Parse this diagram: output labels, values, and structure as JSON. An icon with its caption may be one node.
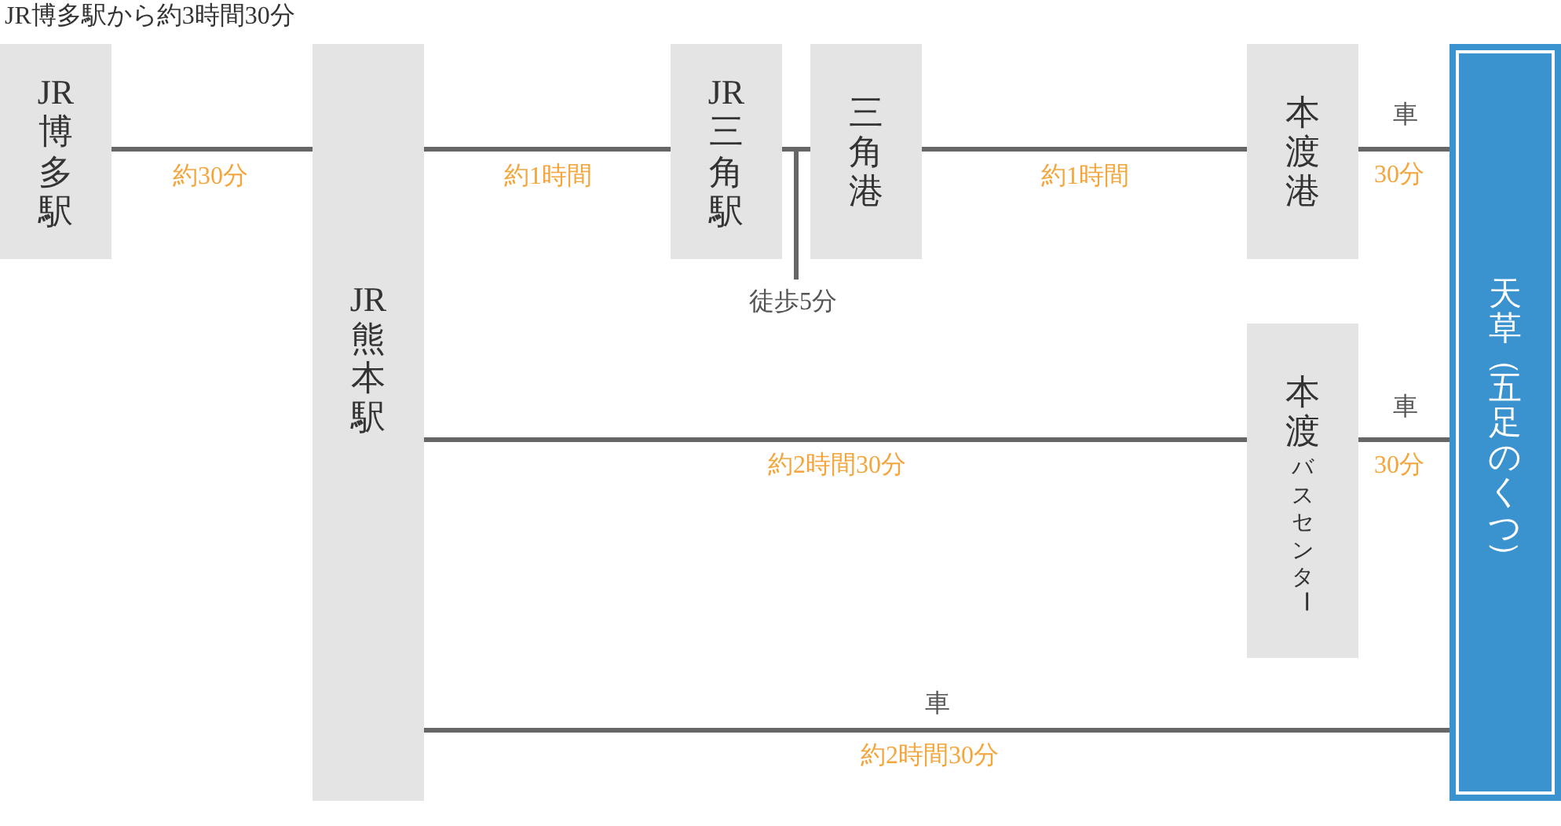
{
  "diagram": {
    "title": "JR博多駅から約3時間30分",
    "nodes": [
      {
        "text": [
          "JR博多駅"
        ]
      },
      {
        "text": [
          "JR熊本駅"
        ]
      },
      {
        "text": [
          "JR三角駅"
        ]
      },
      {
        "text": [
          "三角港"
        ]
      },
      {
        "text": [
          "本渡港"
        ]
      },
      {
        "text": [
          "本渡",
          "バスセンター"
        ]
      },
      {
        "text": [
          "天草（五足のくつ）"
        ]
      }
    ],
    "edges": [
      {
        "from": 0,
        "to": 1,
        "arrow": "none",
        "label": "約30分"
      },
      {
        "from": 1,
        "to": 2,
        "arrow": "none",
        "label": "約1時間"
      },
      {
        "from": 2,
        "to": 3,
        "arrow": "none",
        "label": "徒歩5分"
      },
      {
        "from": 3,
        "to": 4,
        "arrow": "none",
        "label": "約1時間"
      },
      {
        "from": 4,
        "to": 6,
        "arrow": "none",
        "label": "30分"
      },
      {
        "from": 1,
        "to": 5,
        "arrow": "none",
        "label": "約2時間30分"
      },
      {
        "from": 5,
        "to": 6,
        "arrow": "none",
        "label": "30分"
      },
      {
        "from": 1,
        "to": 6,
        "arrow": "none",
        "label": "約2時間30分"
      }
    ],
    "labels": [
      "車",
      "車",
      "車"
    ]
  }
}
